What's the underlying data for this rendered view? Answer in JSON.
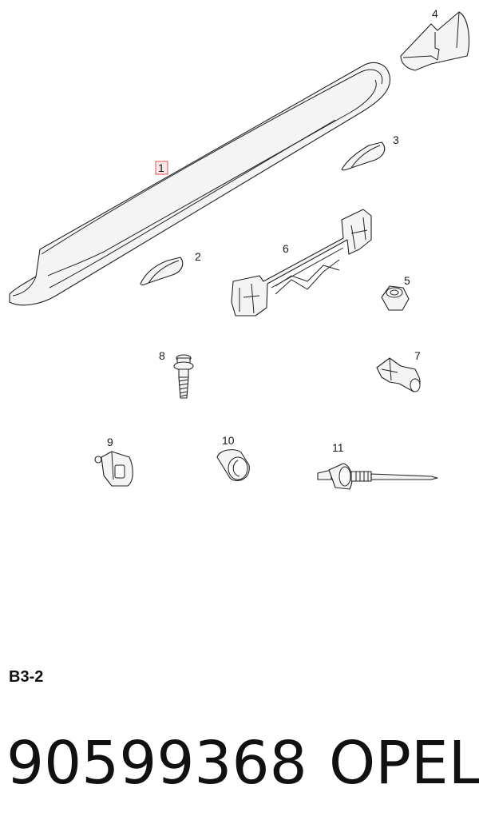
{
  "diagram": {
    "callouts": [
      {
        "id": "1",
        "label": "1",
        "highlighted": true
      },
      {
        "id": "2",
        "label": "2"
      },
      {
        "id": "3",
        "label": "3"
      },
      {
        "id": "4",
        "label": "4"
      },
      {
        "id": "5",
        "label": "5"
      },
      {
        "id": "6",
        "label": "6"
      },
      {
        "id": "7",
        "label": "7"
      },
      {
        "id": "8",
        "label": "8"
      },
      {
        "id": "9",
        "label": "9"
      },
      {
        "id": "10",
        "label": "10"
      },
      {
        "id": "11",
        "label": "11"
      }
    ],
    "highlight_color": "#e05050"
  },
  "footer": {
    "section_code": "B3-2",
    "part_number": "90599368",
    "brand": "OPEL"
  }
}
